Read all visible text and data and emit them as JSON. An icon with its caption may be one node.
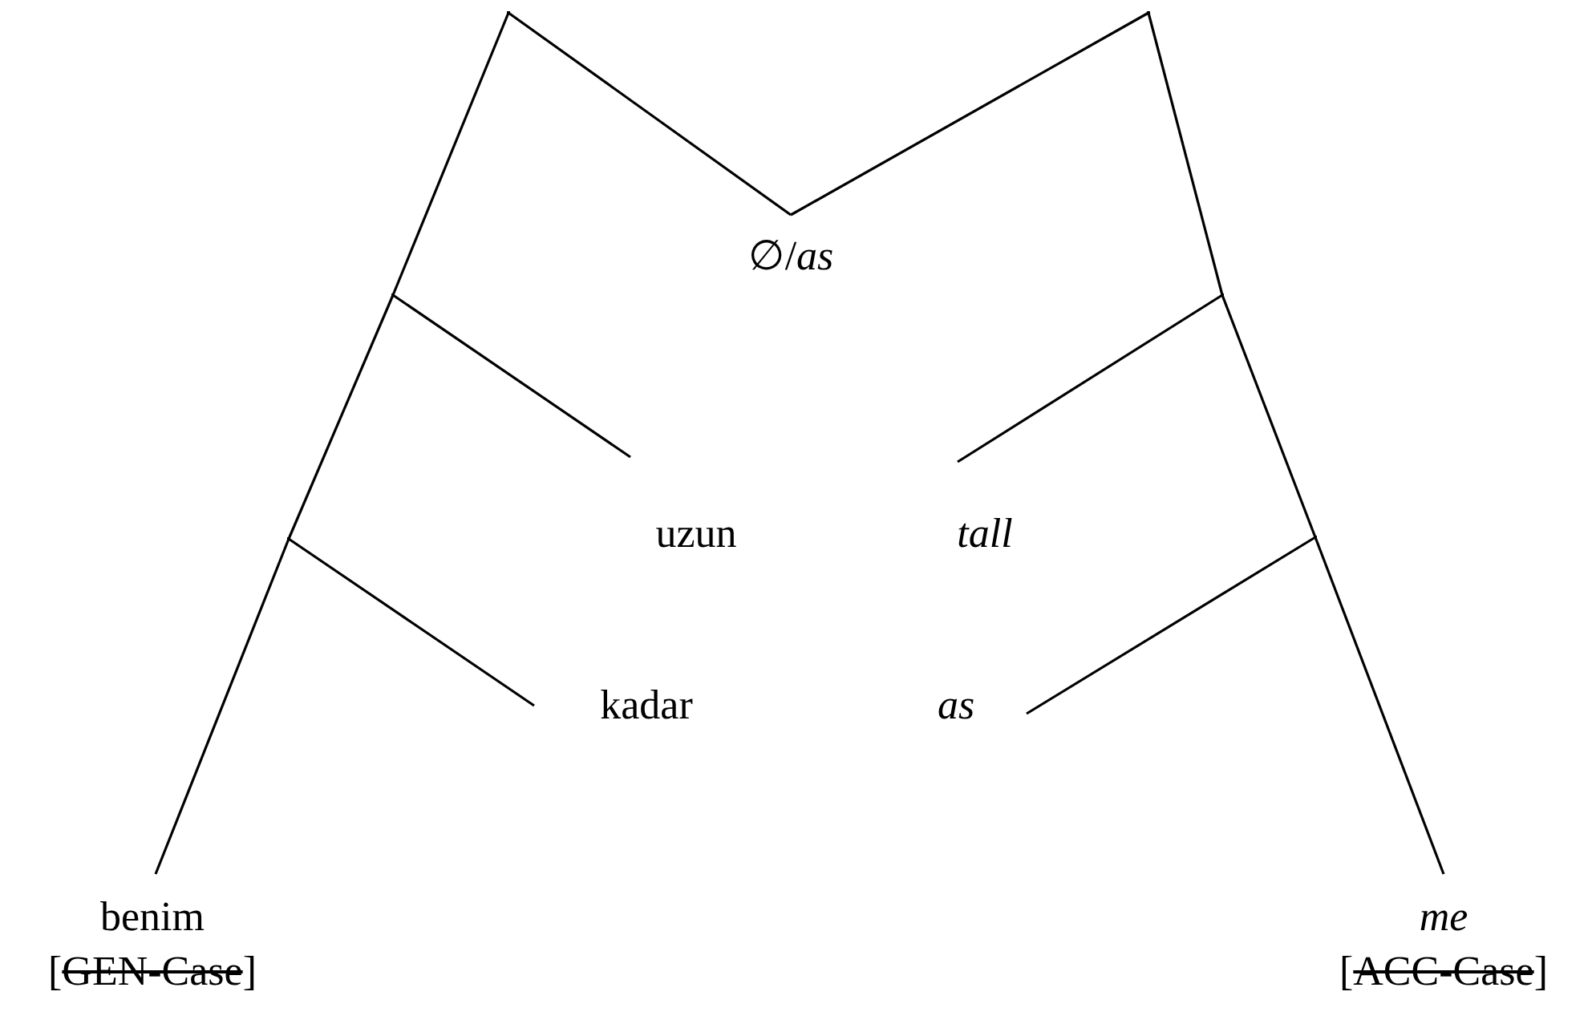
{
  "diagram": {
    "nodes": [
      {
        "text": [],
        "shape": "point"
      },
      {
        "text": [],
        "shape": "point"
      },
      {
        "text": [
          "∅/*as*"
        ]
      },
      {
        "text": [],
        "shape": "point"
      },
      {
        "text": [],
        "shape": "point"
      },
      {
        "text": [
          "uzun"
        ]
      },
      {
        "text": [
          "tall"
        ]
      },
      {
        "text": [],
        "shape": "point"
      },
      {
        "text": [],
        "shape": "point"
      },
      {
        "text": [
          "kadar"
        ]
      },
      {
        "text": [
          "as"
        ]
      },
      {
        "text": [
          "benim",
          "[GEN-Case]"
        ]
      },
      {
        "text": [
          "me",
          "[ACC-Case]"
        ]
      }
    ],
    "edges": [
      {
        "from": 0,
        "to": 2,
        "arrow": "none"
      },
      {
        "from": 0,
        "to": 3,
        "arrow": "none"
      },
      {
        "from": 3,
        "to": 5,
        "arrow": "none"
      },
      {
        "from": 3,
        "to": 7,
        "arrow": "none"
      },
      {
        "from": 7,
        "to": 9,
        "arrow": "none"
      },
      {
        "from": 7,
        "to": 11,
        "arrow": "none"
      },
      {
        "from": 1,
        "to": 2,
        "arrow": "none"
      },
      {
        "from": 1,
        "to": 4,
        "arrow": "none"
      },
      {
        "from": 4,
        "to": 6,
        "arrow": "none"
      },
      {
        "from": 4,
        "to": 8,
        "arrow": "none"
      },
      {
        "from": 8,
        "to": 10,
        "arrow": "none"
      },
      {
        "from": 8,
        "to": 12,
        "arrow": "none"
      }
    ]
  }
}
